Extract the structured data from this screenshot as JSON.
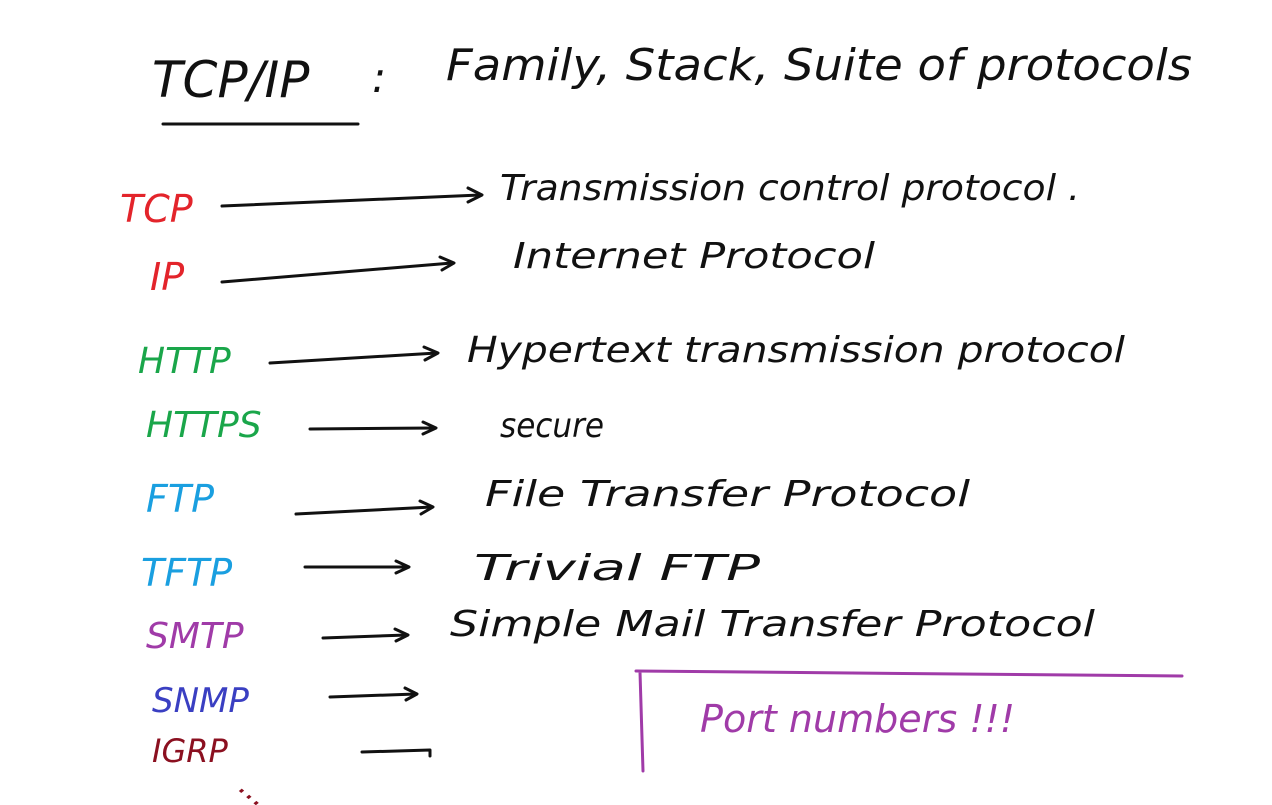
{
  "title": {
    "heading": "TCP/IP",
    "separator": ":",
    "subtitle": "Family, Stack, Suite of protocols"
  },
  "protocols": [
    {
      "abbr": "TCP",
      "meaning": "Transmission control protocol .",
      "color": "#e3242b"
    },
    {
      "abbr": "IP",
      "meaning": "Internet Protocol",
      "color": "#e3242b"
    },
    {
      "abbr": "HTTP",
      "meaning": "Hypertext transmission protocol",
      "color": "#1aa64a"
    },
    {
      "abbr": "HTTPS",
      "meaning": "secure",
      "color": "#1aa64a"
    },
    {
      "abbr": "FTP",
      "meaning": "File Transfer Protocol",
      "color": "#1a9fe0"
    },
    {
      "abbr": "TFTP",
      "meaning": "Trivial FTP",
      "color": "#1a9fe0"
    },
    {
      "abbr": "SMTP",
      "meaning": "Simple Mail Transfer Protocol",
      "color": "#a03ba8"
    },
    {
      "abbr": "SNMP",
      "meaning": "",
      "color": "#3a3fc2"
    },
    {
      "abbr": "IGRP",
      "meaning": "",
      "color": "#8b1020"
    }
  ],
  "continuation": "...",
  "note": {
    "text": "Port numbers !!!",
    "color": "#a03ba8"
  },
  "ink": "#111111"
}
